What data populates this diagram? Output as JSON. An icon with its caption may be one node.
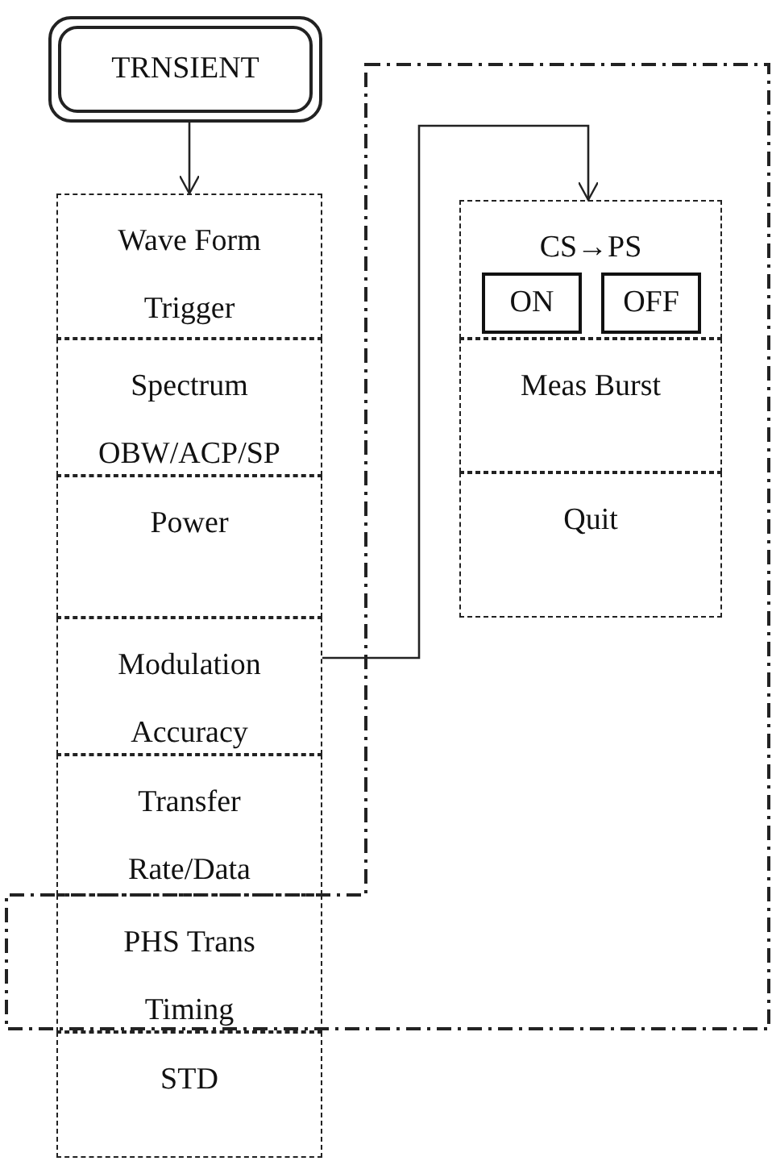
{
  "diagram": {
    "nodes": [
      {
        "text": [
          "TRNSIENT"
        ]
      },
      {
        "text": [
          "Wave Form Trigger"
        ]
      },
      {
        "text": [
          "Spectrum OBW/ACP/SP"
        ]
      },
      {
        "text": [
          "Power"
        ]
      },
      {
        "text": [
          "Modulation Accuracy"
        ]
      },
      {
        "text": [
          "Transfer Rate/Data"
        ]
      },
      {
        "text": [
          "PHS Trans Timing"
        ]
      },
      {
        "text": [
          "STD"
        ]
      },
      {
        "text": [
          "CS→PS"
        ]
      },
      {
        "text": [
          "ON"
        ],
        "in": 8
      },
      {
        "text": [
          "OFF"
        ],
        "in": 8
      },
      {
        "text": [
          "Meas Burst"
        ]
      },
      {
        "text": [
          "Quit"
        ]
      }
    ],
    "edges": [
      {
        "from": 0,
        "to": 1,
        "arrow": "to"
      },
      {
        "from": 4,
        "to": 8,
        "arrow": "to"
      }
    ]
  }
}
